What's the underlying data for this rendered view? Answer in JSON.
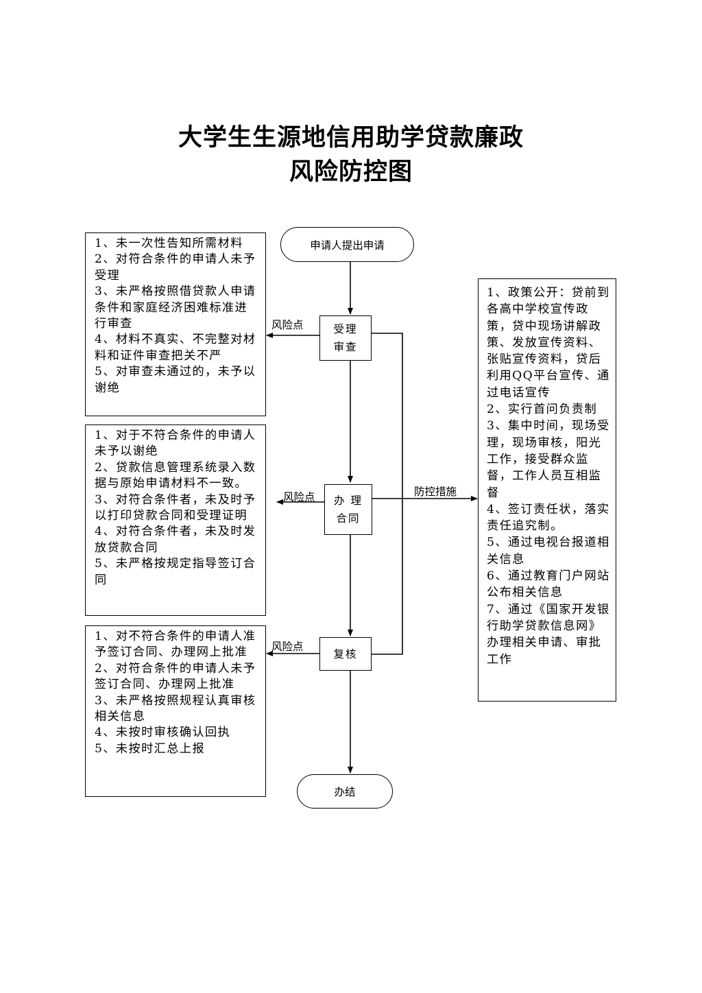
{
  "title": {
    "line1": "大学生生源地信用助学贷款廉政",
    "line2": "风险防控图"
  },
  "flow": {
    "start": "申请人提出申请",
    "step1": "受理\n审查",
    "step2": "办 理\n合同",
    "step3": "复核",
    "end": "办结"
  },
  "labels": {
    "risk_point_1": "风险点",
    "risk_point_2": "风险点",
    "risk_point_3": "风险点",
    "control_measures": "防控措施"
  },
  "risk_boxes": [
    {
      "items": [
        "1、未一次性告知所需材料",
        "2、对符合条件的申请人未予受理",
        "3、未严格按照借贷款人申请条件和家庭经济困难标准进行审查",
        "4、材料不真实、不完整对材料和证件审查把关不严",
        "5、对审查未通过的，未予以谢绝"
      ]
    },
    {
      "items": [
        "1、对于不符合条件的申请人未予以谢绝",
        "2、贷款信息管理系统录入数据与原始申请材料不一致。",
        "3、对符合条件者，未及时予以打印贷款合同和受理证明",
        "4、对符合条件者，未及时发放贷款合同",
        "5、未严格按规定指导签订合同"
      ]
    },
    {
      "items": [
        "1、对不符合条件的申请人准予签订合同、办理网上批准",
        "2、对符合条件的申请人未予签订合同、办理网上批准",
        "3、未严格按照规程认真审核相关信息",
        "4、未按时审核确认回执",
        "5、未按时汇总上报"
      ]
    }
  ],
  "measures": {
    "items": [
      "1、政策公开：贷前到各高中学校宣传政策，贷中现场讲解政策、发放宣传资料、张贴宣传资料，贷后利用QQ平台宣传、通过电话宣传",
      "2、实行首问负责制",
      "3、集中时间，现场受理，现场审核，阳光工作，接受群众监督，工作人员互相监督",
      "4、签订责任状，落实责任追究制。",
      "5、通过电视台报道相关信息",
      "6、通过教育门户网站公布相关信息",
      "7、通过《国家开发银行助学贷款信息网》办理相关申请、审批工作"
    ]
  }
}
